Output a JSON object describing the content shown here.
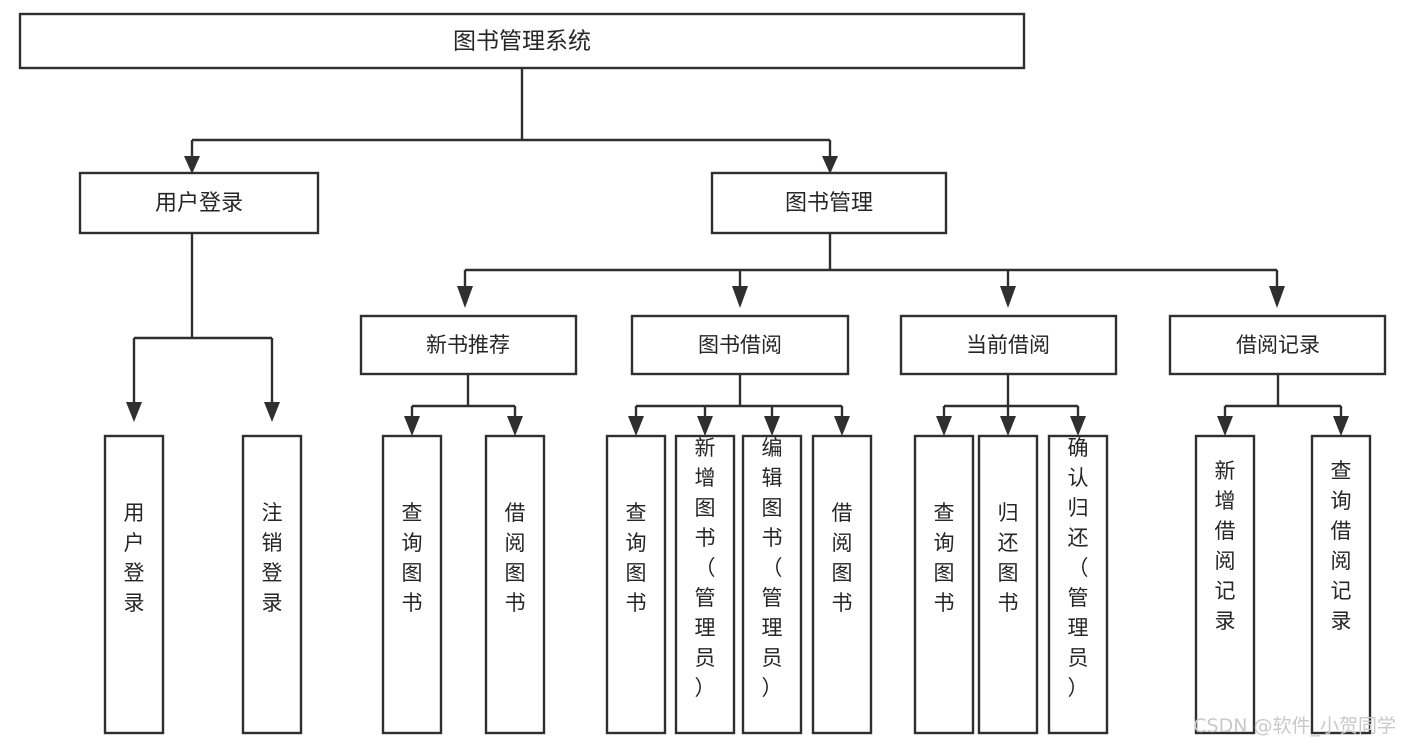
{
  "diagram": {
    "type": "tree-hierarchy",
    "title": "图书管理系统",
    "root": {
      "label": "图书管理系统"
    },
    "level2": [
      {
        "label": "用户登录"
      },
      {
        "label": "图书管理"
      }
    ],
    "level3": [
      {
        "label": "新书推荐"
      },
      {
        "label": "图书借阅"
      },
      {
        "label": "当前借阅"
      },
      {
        "label": "借阅记录"
      }
    ],
    "leaves": {
      "user_login": [
        {
          "label": "用户登录"
        },
        {
          "label": "注销登录"
        }
      ],
      "new_book_recommend": [
        {
          "label": "查询图书"
        },
        {
          "label": "借阅图书"
        }
      ],
      "book_borrow": [
        {
          "label": "查询图书"
        },
        {
          "label": "新增图书（管理员）"
        },
        {
          "label": "编辑图书（管理员）"
        },
        {
          "label": "借阅图书"
        }
      ],
      "current_borrow": [
        {
          "label": "查询图书"
        },
        {
          "label": "归还图书"
        },
        {
          "label": "确认归还（管理员）"
        }
      ],
      "borrow_record": [
        {
          "label": "新增借阅记录"
        },
        {
          "label": "查询借阅记录"
        }
      ]
    }
  },
  "watermark": {
    "text": "CSDN @软件_小贺同学"
  },
  "colors": {
    "stroke": "#2f2f2f",
    "text": "#262626",
    "background": "#ffffff",
    "watermark": "#c9c9c9"
  }
}
